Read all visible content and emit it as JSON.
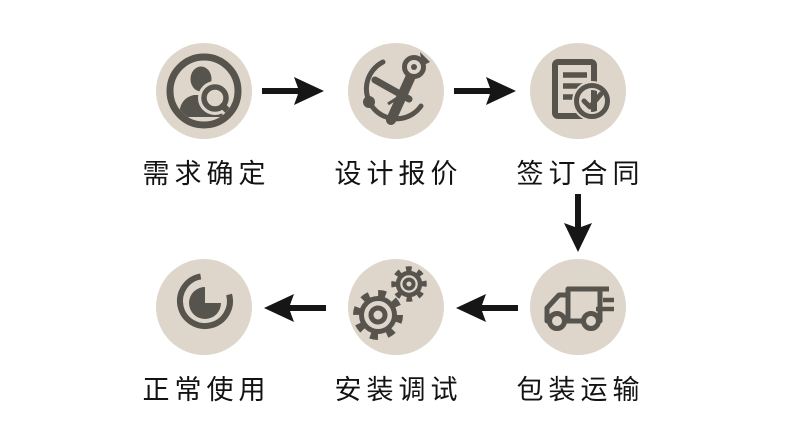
{
  "diagram": {
    "type": "process-flow",
    "language": "zh-CN",
    "steps": [
      {
        "id": "requirements",
        "label": "需求确定",
        "icon": "person-search-icon",
        "row": "top",
        "order": 1
      },
      {
        "id": "design-quote",
        "label": "设计报价",
        "icon": "drafting-compass-icon",
        "row": "top",
        "order": 2
      },
      {
        "id": "sign-contract",
        "label": "签订合同",
        "icon": "contract-check-icon",
        "row": "top",
        "order": 3
      },
      {
        "id": "packing-shipping",
        "label": "包装运输",
        "icon": "delivery-truck-icon",
        "row": "bottom",
        "order": 4
      },
      {
        "id": "install-debug",
        "label": "安装调试",
        "icon": "gears-icon",
        "row": "bottom",
        "order": 5
      },
      {
        "id": "normal-use",
        "label": "正常使用",
        "icon": "pie-chart-icon",
        "row": "bottom",
        "order": 6
      }
    ],
    "arrows": [
      {
        "from": "需求确定",
        "to": "设计报价",
        "direction": "right"
      },
      {
        "from": "设计报价",
        "to": "签订合同",
        "direction": "right"
      },
      {
        "from": "签订合同",
        "to": "包装运输",
        "direction": "down"
      },
      {
        "from": "包装运输",
        "to": "安装调试",
        "direction": "left"
      },
      {
        "from": "安装调试",
        "to": "正常使用",
        "direction": "left"
      }
    ],
    "colors": {
      "canvas": "#ffffff",
      "circle_bg": "#ded6cb",
      "icon": "#57544e",
      "arrow": "#161616",
      "text": "#131313"
    }
  }
}
